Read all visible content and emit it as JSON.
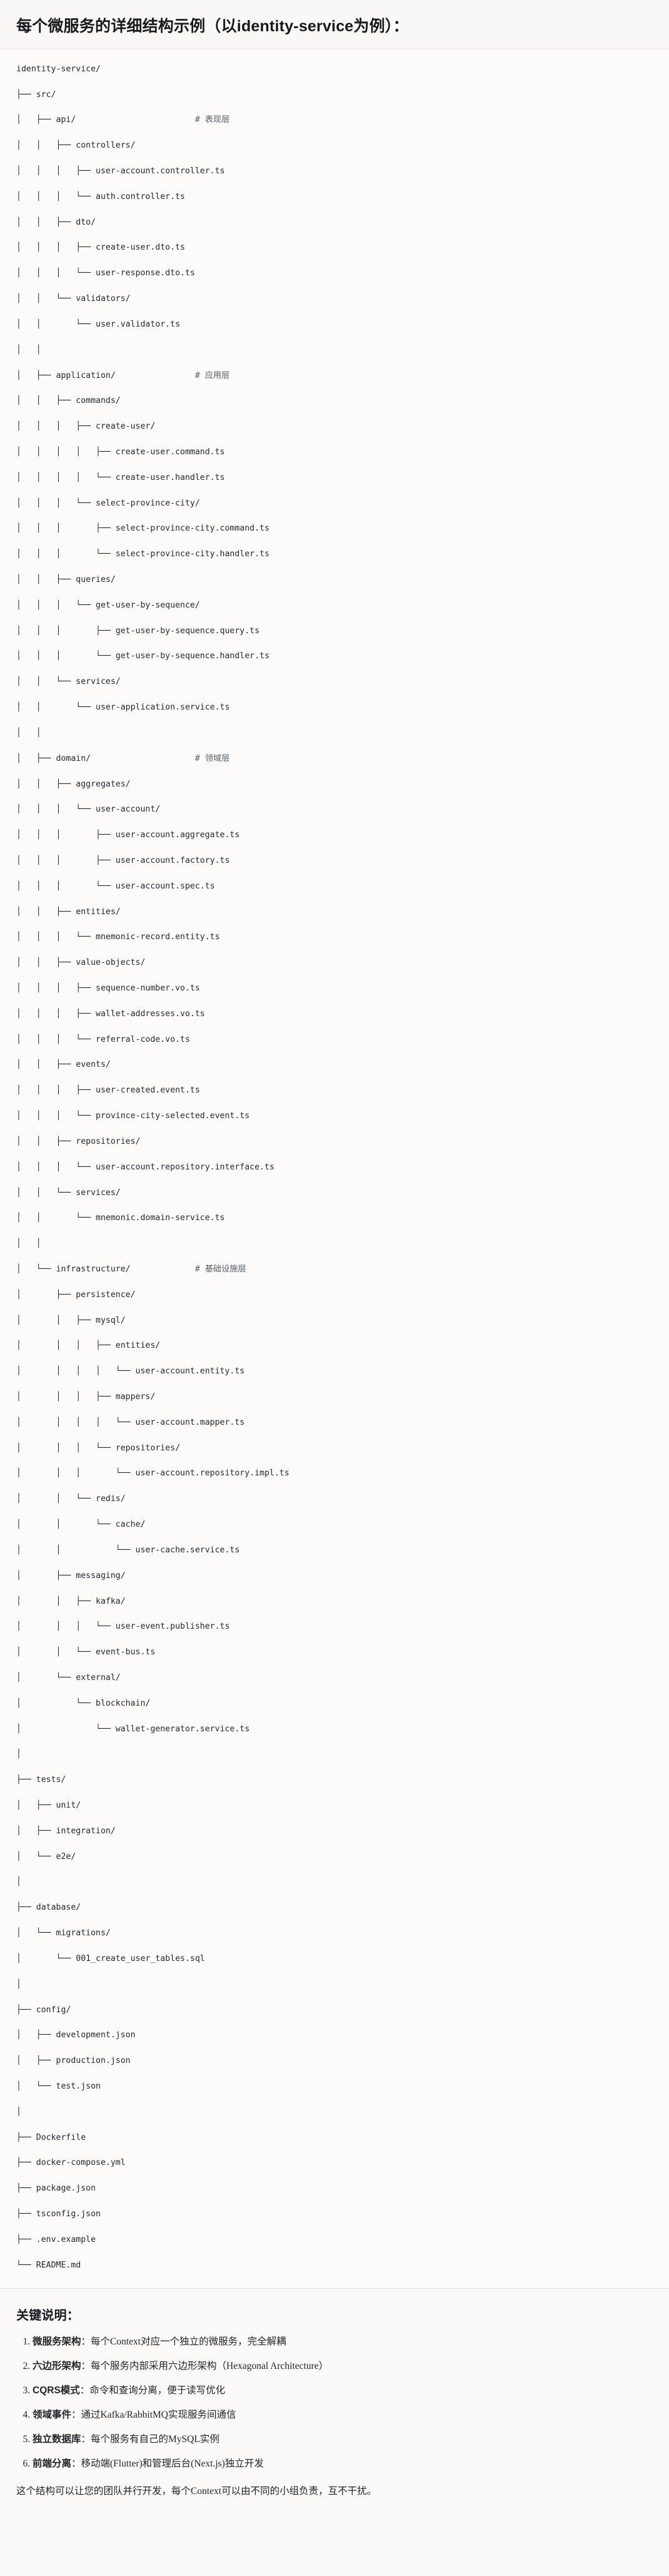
{
  "heading": {
    "text": "每个微服务的详细结构示例（以identity-service为例）："
  },
  "tree": {
    "root": "identity-service/",
    "lines": [
      {
        "text": "identity-service/",
        "comment": ""
      },
      {
        "text": "├── src/",
        "comment": ""
      },
      {
        "text": "│   ├── api/",
        "comment": "# 表现层"
      },
      {
        "text": "│   │   ├── controllers/",
        "comment": ""
      },
      {
        "text": "│   │   │   ├── user-account.controller.ts",
        "comment": ""
      },
      {
        "text": "│   │   │   └── auth.controller.ts",
        "comment": ""
      },
      {
        "text": "│   │   ├── dto/",
        "comment": ""
      },
      {
        "text": "│   │   │   ├── create-user.dto.ts",
        "comment": ""
      },
      {
        "text": "│   │   │   └── user-response.dto.ts",
        "comment": ""
      },
      {
        "text": "│   │   └── validators/",
        "comment": ""
      },
      {
        "text": "│   │       └── user.validator.ts",
        "comment": ""
      },
      {
        "text": "│   │",
        "comment": ""
      },
      {
        "text": "│   ├── application/",
        "comment": "# 应用层"
      },
      {
        "text": "│   │   ├── commands/",
        "comment": ""
      },
      {
        "text": "│   │   │   ├── create-user/",
        "comment": ""
      },
      {
        "text": "│   │   │   │   ├── create-user.command.ts",
        "comment": ""
      },
      {
        "text": "│   │   │   │   └── create-user.handler.ts",
        "comment": ""
      },
      {
        "text": "│   │   │   └── select-province-city/",
        "comment": ""
      },
      {
        "text": "│   │   │       ├── select-province-city.command.ts",
        "comment": ""
      },
      {
        "text": "│   │   │       └── select-province-city.handler.ts",
        "comment": ""
      },
      {
        "text": "│   │   ├── queries/",
        "comment": ""
      },
      {
        "text": "│   │   │   └── get-user-by-sequence/",
        "comment": ""
      },
      {
        "text": "│   │   │       ├── get-user-by-sequence.query.ts",
        "comment": ""
      },
      {
        "text": "│   │   │       └── get-user-by-sequence.handler.ts",
        "comment": ""
      },
      {
        "text": "│   │   └── services/",
        "comment": ""
      },
      {
        "text": "│   │       └── user-application.service.ts",
        "comment": ""
      },
      {
        "text": "│   │",
        "comment": ""
      },
      {
        "text": "│   ├── domain/",
        "comment": "# 领域层"
      },
      {
        "text": "│   │   ├── aggregates/",
        "comment": ""
      },
      {
        "text": "│   │   │   └── user-account/",
        "comment": ""
      },
      {
        "text": "│   │   │       ├── user-account.aggregate.ts",
        "comment": ""
      },
      {
        "text": "│   │   │       ├── user-account.factory.ts",
        "comment": ""
      },
      {
        "text": "│   │   │       └── user-account.spec.ts",
        "comment": ""
      },
      {
        "text": "│   │   ├── entities/",
        "comment": ""
      },
      {
        "text": "│   │   │   └── mnemonic-record.entity.ts",
        "comment": ""
      },
      {
        "text": "│   │   ├── value-objects/",
        "comment": ""
      },
      {
        "text": "│   │   │   ├── sequence-number.vo.ts",
        "comment": ""
      },
      {
        "text": "│   │   │   ├── wallet-addresses.vo.ts",
        "comment": ""
      },
      {
        "text": "│   │   │   └── referral-code.vo.ts",
        "comment": ""
      },
      {
        "text": "│   │   ├── events/",
        "comment": ""
      },
      {
        "text": "│   │   │   ├── user-created.event.ts",
        "comment": ""
      },
      {
        "text": "│   │   │   └── province-city-selected.event.ts",
        "comment": ""
      },
      {
        "text": "│   │   ├── repositories/",
        "comment": ""
      },
      {
        "text": "│   │   │   └── user-account.repository.interface.ts",
        "comment": ""
      },
      {
        "text": "│   │   └── services/",
        "comment": ""
      },
      {
        "text": "│   │       └── mnemonic.domain-service.ts",
        "comment": ""
      },
      {
        "text": "│   │",
        "comment": ""
      },
      {
        "text": "│   └── infrastructure/",
        "comment": "# 基础设施层"
      },
      {
        "text": "│       ├── persistence/",
        "comment": ""
      },
      {
        "text": "│       │   ├── mysql/",
        "comment": ""
      },
      {
        "text": "│       │   │   ├── entities/",
        "comment": ""
      },
      {
        "text": "│       │   │   │   └── user-account.entity.ts",
        "comment": ""
      },
      {
        "text": "│       │   │   ├── mappers/",
        "comment": ""
      },
      {
        "text": "│       │   │   │   └── user-account.mapper.ts",
        "comment": ""
      },
      {
        "text": "│       │   │   └── repositories/",
        "comment": ""
      },
      {
        "text": "│       │   │       └── user-account.repository.impl.ts",
        "comment": ""
      },
      {
        "text": "│       │   └── redis/",
        "comment": ""
      },
      {
        "text": "│       │       └── cache/",
        "comment": ""
      },
      {
        "text": "│       │           └── user-cache.service.ts",
        "comment": ""
      },
      {
        "text": "│       ├── messaging/",
        "comment": ""
      },
      {
        "text": "│       │   ├── kafka/",
        "comment": ""
      },
      {
        "text": "│       │   │   └── user-event.publisher.ts",
        "comment": ""
      },
      {
        "text": "│       │   └── event-bus.ts",
        "comment": ""
      },
      {
        "text": "│       └── external/",
        "comment": ""
      },
      {
        "text": "│           └── blockchain/",
        "comment": ""
      },
      {
        "text": "│               └── wallet-generator.service.ts",
        "comment": ""
      },
      {
        "text": "│",
        "comment": ""
      },
      {
        "text": "├── tests/",
        "comment": ""
      },
      {
        "text": "│   ├── unit/",
        "comment": ""
      },
      {
        "text": "│   ├── integration/",
        "comment": ""
      },
      {
        "text": "│   └── e2e/",
        "comment": ""
      },
      {
        "text": "│",
        "comment": ""
      },
      {
        "text": "├── database/",
        "comment": ""
      },
      {
        "text": "│   └── migrations/",
        "comment": ""
      },
      {
        "text": "│       └── 001_create_user_tables.sql",
        "comment": ""
      },
      {
        "text": "│",
        "comment": ""
      },
      {
        "text": "├── config/",
        "comment": ""
      },
      {
        "text": "│   ├── development.json",
        "comment": ""
      },
      {
        "text": "│   ├── production.json",
        "comment": ""
      },
      {
        "text": "│   └── test.json",
        "comment": ""
      },
      {
        "text": "│",
        "comment": ""
      },
      {
        "text": "├── Dockerfile",
        "comment": ""
      },
      {
        "text": "├── docker-compose.yml",
        "comment": ""
      },
      {
        "text": "├── package.json",
        "comment": ""
      },
      {
        "text": "├── tsconfig.json",
        "comment": ""
      },
      {
        "text": "├── .env.example",
        "comment": ""
      },
      {
        "text": "└── README.md",
        "comment": ""
      }
    ],
    "comment_column": 36
  },
  "notes": {
    "title": "关键说明：",
    "items": [
      {
        "term": "微服务架构",
        "desc": "：每个Context对应一个独立的微服务，完全解耦"
      },
      {
        "term": "六边形架构",
        "desc": "：每个服务内部采用六边形架构（Hexagonal Architecture）"
      },
      {
        "term": "CQRS模式",
        "desc": "：命令和查询分离，便于读写优化"
      },
      {
        "term": "领域事件",
        "desc": "：通过Kafka/RabbitMQ实现服务间通信"
      },
      {
        "term": "独立数据库",
        "desc": "：每个服务有自己的MySQL实例"
      },
      {
        "term": "前端分离",
        "desc": "：移动端(Flutter)和管理后台(Next.js)独立开发"
      }
    ],
    "closing": "这个结构可以让您的团队并行开发，每个Context可以由不同的小组负责，互不干扰。"
  }
}
